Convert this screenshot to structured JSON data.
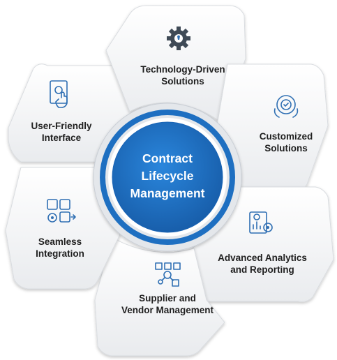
{
  "center": {
    "line1": "Contract",
    "line2": "Lifecycle",
    "line3": "Management"
  },
  "segments": [
    {
      "id": "technology",
      "icon": "gear-icon",
      "line1": "Technology-Driven",
      "line2": "Solutions"
    },
    {
      "id": "customized",
      "icon": "gear-badge-icon",
      "line1": "Customized",
      "line2": "Solutions"
    },
    {
      "id": "analytics",
      "icon": "analytics-report-icon",
      "line1": "Advanced Analytics",
      "line2": "and Reporting"
    },
    {
      "id": "supplier",
      "icon": "vendor-network-icon",
      "line1": "Supplier and",
      "line2": "Vendor Management"
    },
    {
      "id": "integration",
      "icon": "puzzle-gear-icon",
      "line1": "Seamless",
      "line2": "Integration"
    },
    {
      "id": "userfriendly",
      "icon": "touch-screen-icon",
      "line1": "User-Friendly",
      "line2": "Interface"
    }
  ],
  "colors": {
    "accent": "#1e6fc1",
    "accent_dark": "#1558a3",
    "ring": "#cfd3d8",
    "panel": "#f2f3f5",
    "panel_edge": "#d9dce0",
    "text": "#1f1f1f"
  }
}
